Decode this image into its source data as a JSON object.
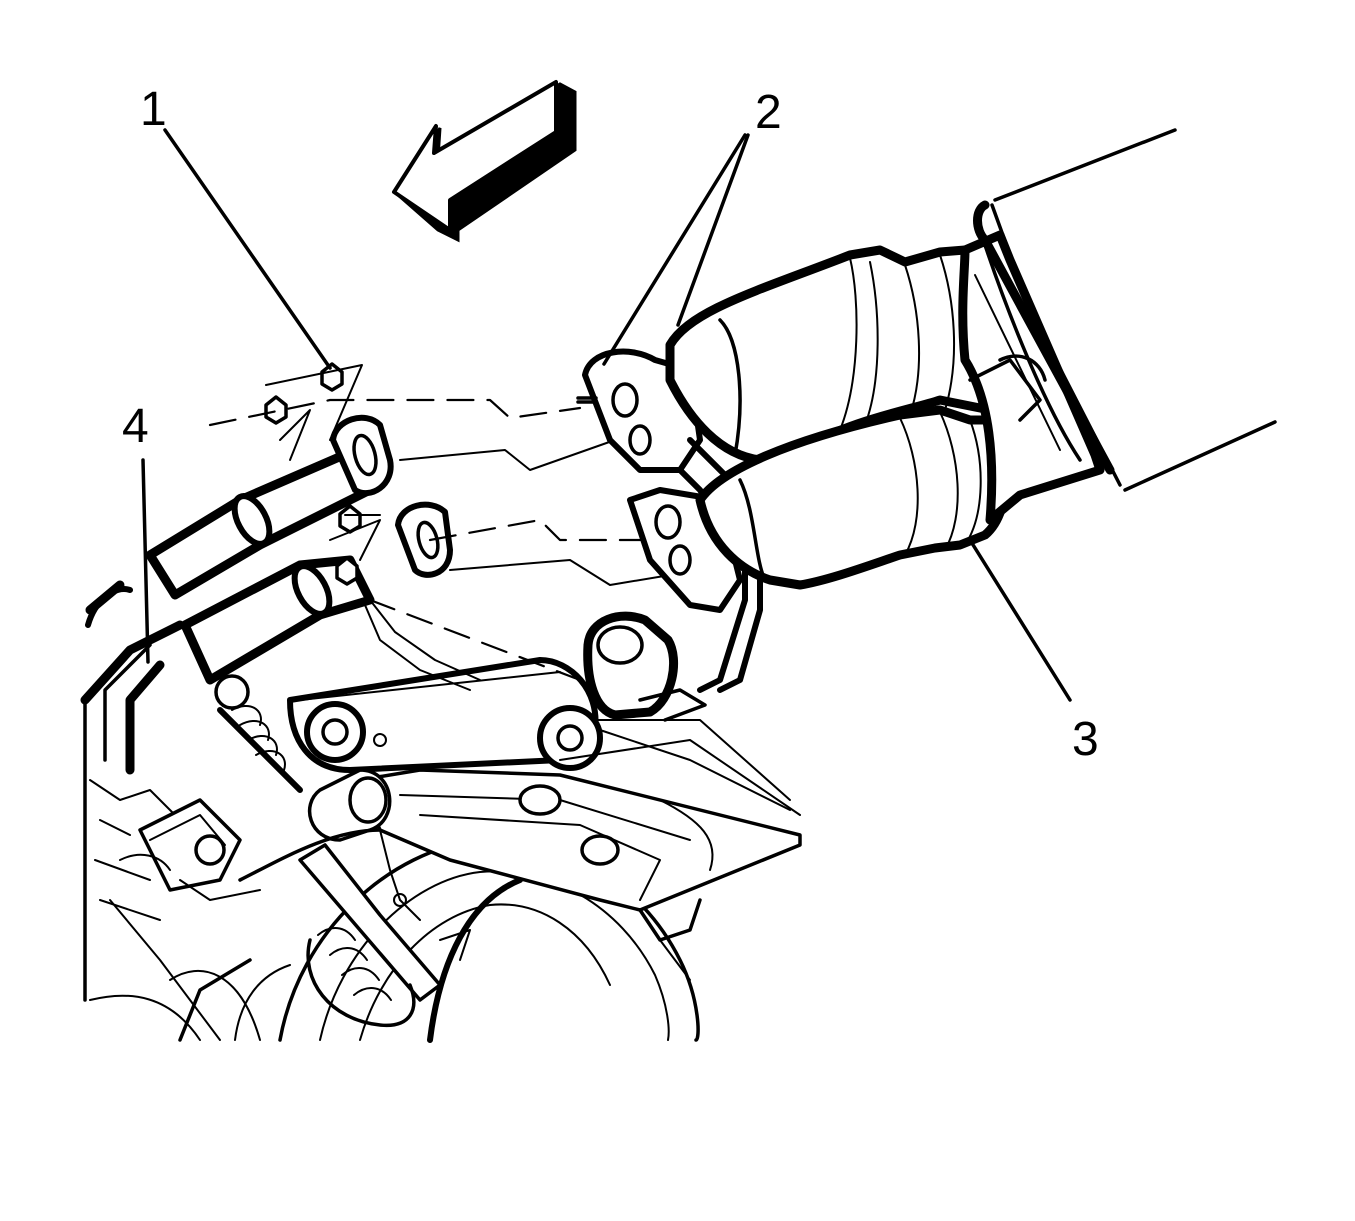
{
  "callouts": [
    {
      "id": "1",
      "label": "1"
    },
    {
      "id": "2",
      "label": "2"
    },
    {
      "id": "3",
      "label": "3"
    },
    {
      "id": "4",
      "label": "4"
    }
  ],
  "colors": {
    "line": "#000000",
    "background": "#ffffff"
  },
  "icons": {
    "direction_arrow": "arrow-forward-direction-icon"
  }
}
